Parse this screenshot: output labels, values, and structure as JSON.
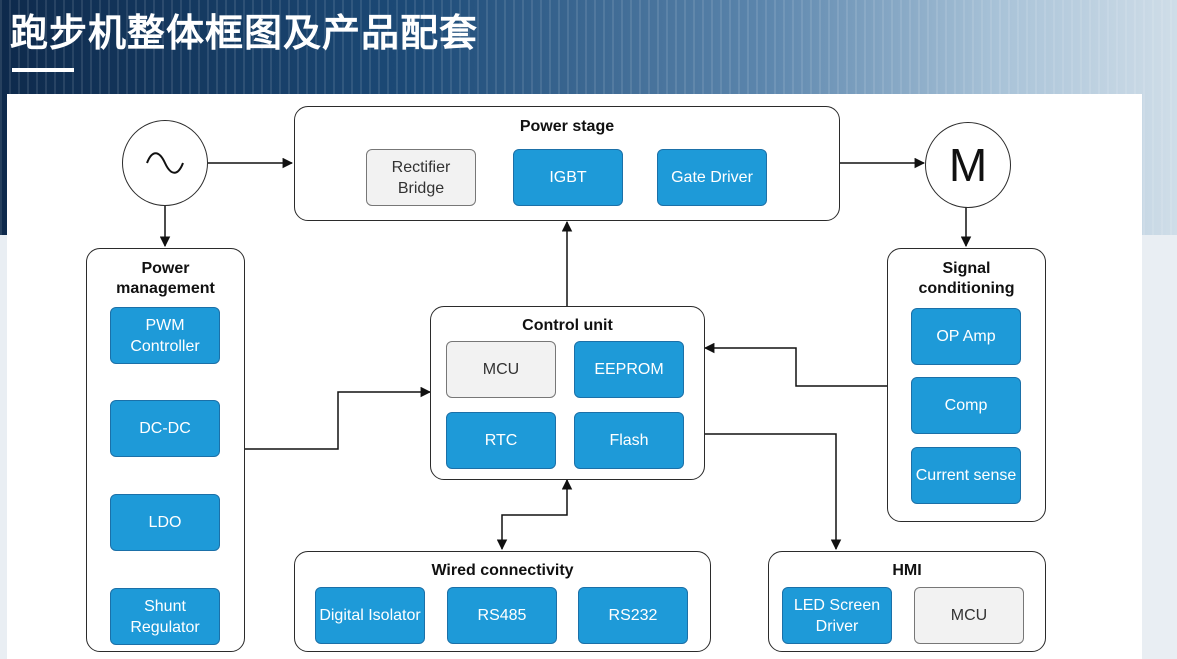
{
  "page_title": "跑步机整体框图及产品配套",
  "ac_source": {
    "icon": "ac-sine-icon"
  },
  "motor": {
    "label": "M"
  },
  "power_stage": {
    "title": "Power stage",
    "items": [
      "Rectifier Bridge",
      "IGBT",
      "Gate Driver"
    ]
  },
  "power_management": {
    "title": "Power management",
    "items": [
      "PWM Controller",
      "DC-DC",
      "LDO",
      "Shunt Regulator"
    ]
  },
  "control_unit": {
    "title": "Control unit",
    "items": [
      "MCU",
      "EEPROM",
      "RTC",
      "Flash"
    ]
  },
  "signal_conditioning": {
    "title": "Signal conditioning",
    "items": [
      "OP Amp",
      "Comp",
      "Current sense"
    ]
  },
  "wired_connectivity": {
    "title": "Wired connectivity",
    "items": [
      "Digital Isolator",
      "RS485",
      "RS232"
    ]
  },
  "hmi": {
    "title": "HMI",
    "items": [
      "LED Screen Driver",
      "MCU"
    ]
  },
  "colors": {
    "chip_fill": "#1e9ad8",
    "chip_light": "#f2f2f2",
    "outline": "#2b2b2b"
  }
}
